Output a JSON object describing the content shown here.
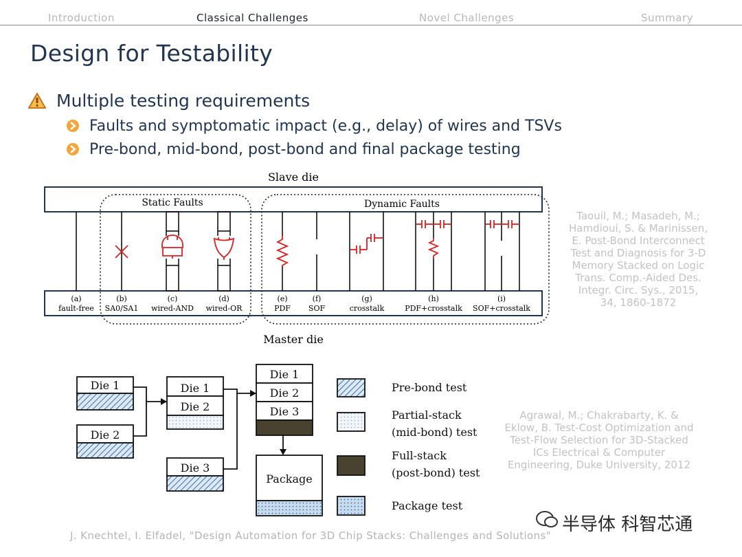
{
  "nav": {
    "tabs": [
      {
        "label": "Introduction"
      },
      {
        "label": "Classical Challenges"
      },
      {
        "label": "Novel Challenges"
      },
      {
        "label": "Summary"
      }
    ]
  },
  "slide": {
    "title": "Design for Testability",
    "bullet_main": "Multiple testing requirements",
    "sub1": "Faults and symptomatic impact (e.g., delay) of wires and TSVs",
    "sub2": "Pre-bond, mid-bond, post-bond and final package testing"
  },
  "fault_diagram": {
    "slave_die": "Slave die",
    "master_die": "Master die",
    "static_faults": "Static Faults",
    "dynamic_faults": "Dynamic Faults",
    "cases": [
      {
        "id": "(a)",
        "label": "fault-free"
      },
      {
        "id": "(b)",
        "label": "SA0/SA1"
      },
      {
        "id": "(c)",
        "label": "wired-AND"
      },
      {
        "id": "(d)",
        "label": "wired-OR"
      },
      {
        "id": "(e)",
        "label": "PDF"
      },
      {
        "id": "(f)",
        "label": "SOF"
      },
      {
        "id": "(g)",
        "label": "crosstalk"
      },
      {
        "id": "(h)",
        "label": "PDF+crosstalk"
      },
      {
        "id": "(i)",
        "label": "SOF+crosstalk"
      }
    ]
  },
  "ref1": [
    "Taouil, M.; Masadeh, M.;",
    "Hamdioui, S. & Marinissen,",
    "E. Post-Bond Interconnect",
    "Test and Diagnosis for 3-D",
    "Memory Stacked on Logic",
    "Trans. Comp.-Aided Des.",
    "Integr. Circ. Sys., 2015,",
    "34, 1860-1872"
  ],
  "flow_diagram": {
    "die1": "Die 1",
    "die2": "Die 2",
    "die3": "Die 3",
    "package": "Package",
    "legend": [
      {
        "label1": "Pre-bond test",
        "label2": ""
      },
      {
        "label1": "Partial-stack",
        "label2": "(mid-bond) test"
      },
      {
        "label1": "Full-stack",
        "label2": "(post-bond) test"
      },
      {
        "label1": "Package test",
        "label2": ""
      }
    ]
  },
  "ref2": [
    "Agrawal, M.; Chakrabarty, K. &",
    "Eklow, B. Test-Cost Optimization and",
    "Test-Flow Selection for 3D-Stacked",
    "ICs Electrical & Computer",
    "Engineering, Duke University, 2012"
  ],
  "footer": "J. Knechtel, I. Elfadel, \"Design Automation for 3D Chip Stacks: Challenges and Solutions\"",
  "watermark": "半导体 科智芯通",
  "colors": {
    "accent": "#1f3552",
    "warning": "#e8a020",
    "bullet": "#f0a030",
    "faults": "#dd2020",
    "full_stack": "#4a4230"
  }
}
